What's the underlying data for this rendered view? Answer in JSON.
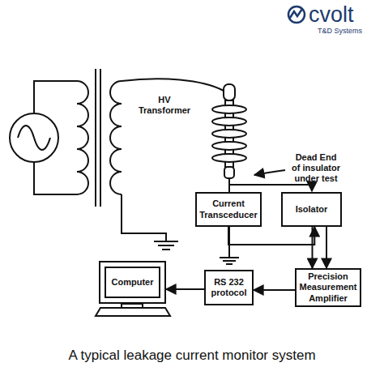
{
  "diagram": {
    "caption": "A typical leakage current monitor system",
    "nodes": [
      {
        "text": [
          "Current Transceducer"
        ]
      },
      {
        "text": [
          "Isolator"
        ]
      },
      {
        "text": [
          "Precision Measurement Amplifier"
        ]
      },
      {
        "text": [
          "RS 232 protocol"
        ]
      },
      {
        "text": [
          "Computer"
        ]
      }
    ],
    "edges": [
      {
        "from": 0,
        "to": 1,
        "arrow": "to"
      },
      {
        "from": 1,
        "to": 2,
        "arrow": "to"
      },
      {
        "from": 1,
        "to": 2,
        "arrow": "to"
      },
      {
        "from": 2,
        "to": 3,
        "arrow": "to"
      },
      {
        "from": 3,
        "to": 4,
        "arrow": "to"
      }
    ],
    "labels": [
      "HV Transformer",
      "Dead End of insulator under test",
      "cvolt",
      "T&D Systems"
    ]
  }
}
